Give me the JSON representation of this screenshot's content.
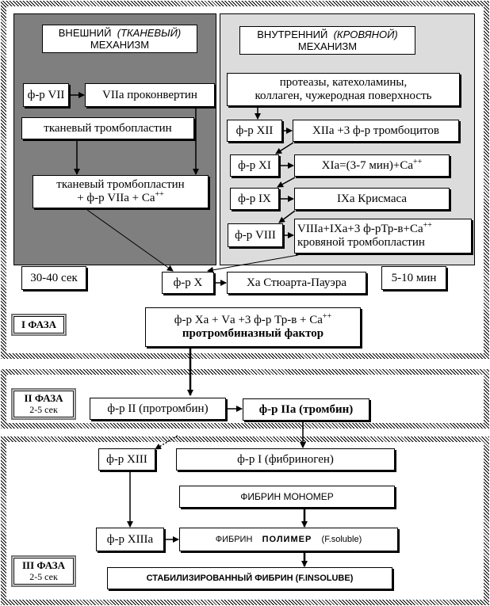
{
  "colors": {
    "external_panel": "#7f7f7f",
    "internal_panel": "#dcdcdc",
    "frame_hatch": "#000000"
  },
  "phase1": {
    "label": "I ФАЗА",
    "external": {
      "title_a": "ВНЕШНИЙ",
      "title_b": "(ТКАНЕВЫЙ)",
      "title_c": "МЕХАНИЗМ",
      "f7": "ф-р VII",
      "f7a": "VIIа проконвертин",
      "tissue": "тканевый тромбопластин",
      "combo_line1": "тканевый тромбопластин",
      "combo_line2": "+ ф-р VIIа + Са",
      "combo_sup": "++",
      "time": "30-40 сек"
    },
    "internal": {
      "title_a": "ВНУТРЕННИЙ",
      "title_b": "(КРОВЯНОЙ)",
      "title_c": "МЕХАНИЗМ",
      "triggers_line1": "протеазы, катехоламины,",
      "triggers_line2": "коллаген, чужеродная поверхность",
      "f12": "ф-р XII",
      "f12a": "XIIа +3 ф-р тромбоцитов",
      "f11": "ф-р XI",
      "f11a": "XIа=(3-7 мин)+Са",
      "f11a_sup": "++",
      "f9": "ф-р IX",
      "f9a": "IXа Крисмаса",
      "f8": "ф-р VIII",
      "f8a_line1": "VIIIа+IXа+3 ф-рТр-в+Са",
      "f8a_sup": "++",
      "f8a_line2": "кровяной тромбопластин",
      "time": "5-10 мин"
    },
    "f10": "ф-р X",
    "f10a": "Ха Стюарта-Пауэра",
    "prothrombinase_line1": "ф-р Ха + Vа +3 ф-р Тр-в + Са",
    "prothrombinase_sup": "++",
    "prothrombinase_line2": "протромбиназный фактор"
  },
  "phase2": {
    "label": "II ФАЗА",
    "time": "2-5 сек",
    "prothrombin": "ф-р II (протромбин)",
    "thrombin": "ф-р IIа (тромбин)"
  },
  "phase3": {
    "label": "III ФАЗА",
    "time": "2-5 сек",
    "f13": "ф-р XIII",
    "fibrinogen": "ф-р I (фибриноген)",
    "monomer": "ФИБРИН МОНОМЕР",
    "f13a": "ф-р XIIIа",
    "polymer_a": "ФИБРИН",
    "polymer_b": "ПОЛИМЕР",
    "polymer_c": "(F.soluble)",
    "stabilized": "СТАБИЛИЗИРОВАННЫЙ ФИБРИН (F.INSOLUBE)"
  }
}
